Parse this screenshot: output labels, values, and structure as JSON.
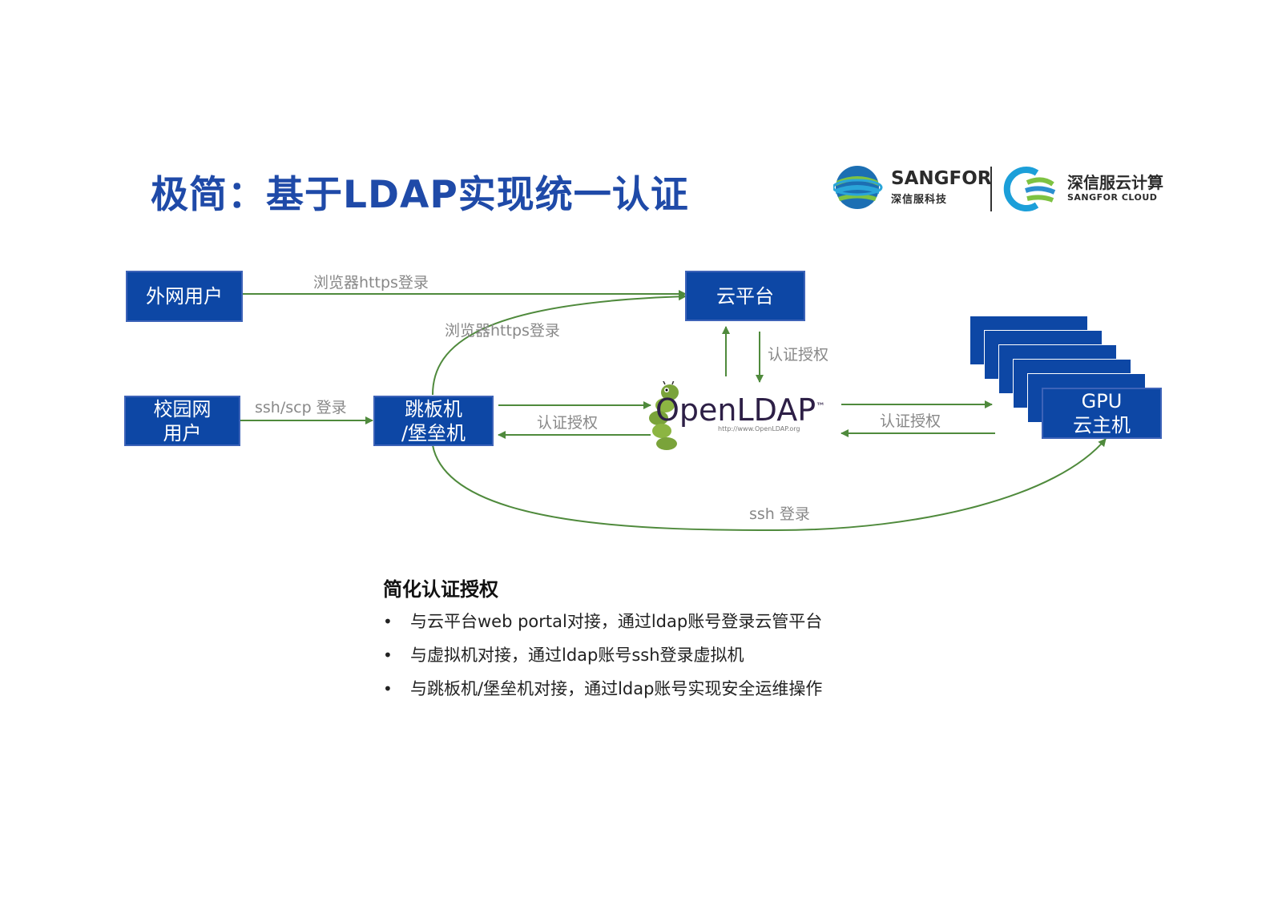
{
  "title": "极简：基于LDAP实现统一认证",
  "logos": {
    "sangfor_en": "SANGFOR",
    "sangfor_cn": "深信服科技",
    "cloud_cn": "深信服云计算",
    "cloud_en": "SANGFOR CLOUD"
  },
  "nodes": {
    "external_user": "外网用户",
    "campus_user_line1": "校园网",
    "campus_user_line2": "用户",
    "jump_line1": "跳板机",
    "jump_line2": "/堡垒机",
    "cloud_platform": "云平台",
    "gpu_line1": "GPU",
    "gpu_line2": "云主机",
    "openldap": "OpenLDAP",
    "openldap_tm": "™",
    "openldap_url": "http://www.OpenLDAP.org"
  },
  "edges": {
    "browser_https_top": "浏览器https登录",
    "browser_https_curve": "浏览器https登录",
    "ssh_scp": "ssh/scp 登录",
    "auth_cloud": "认证授权",
    "auth_jump": "认证授权",
    "auth_gpu": "认证授权",
    "ssh_login": "ssh 登录"
  },
  "colors": {
    "box_fill": "#0d47a5",
    "arrow": "#4f8a3c",
    "title": "#1f4aa8"
  },
  "section": {
    "heading": "简化认证授权",
    "bullet_symbol": "•",
    "items": [
      "与云平台web portal对接，通过ldap账号登录云管平台",
      "与虚拟机对接，通过ldap账号ssh登录虚拟机",
      "与跳板机/堡垒机对接，通过ldap账号实现安全运维操作"
    ]
  }
}
